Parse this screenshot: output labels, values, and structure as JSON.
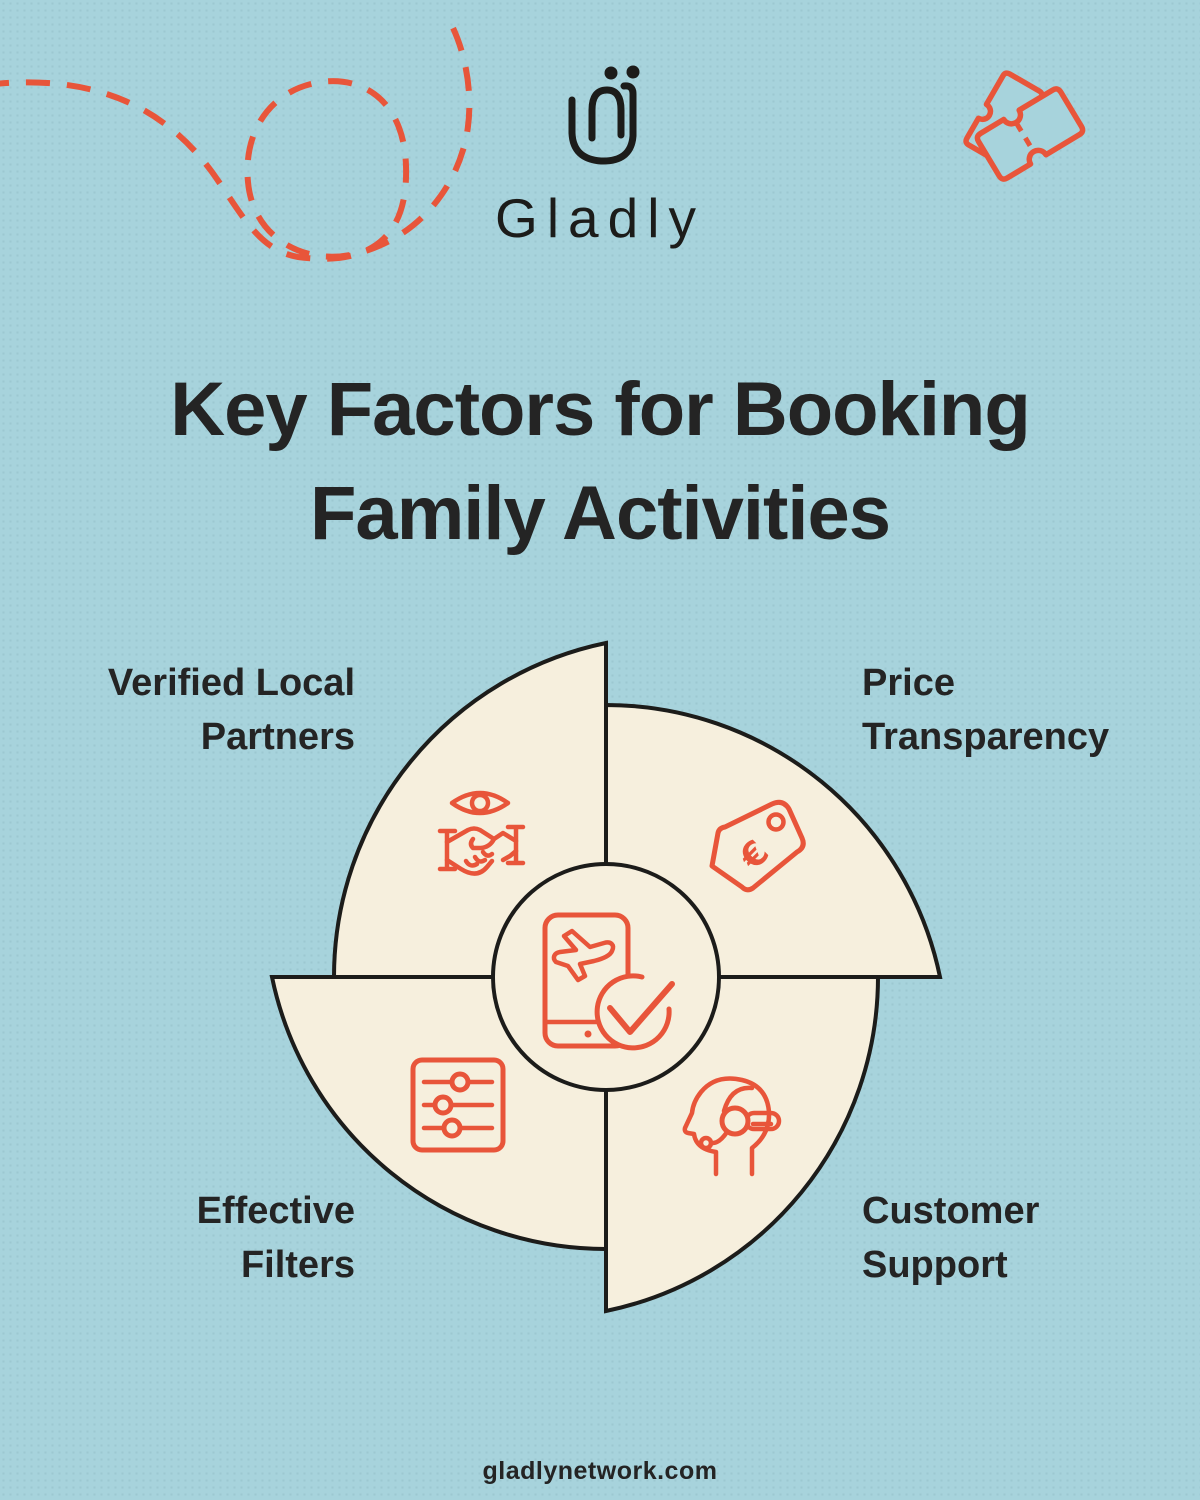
{
  "colors": {
    "background": "#A7D3DC",
    "cream": "#F6EFDD",
    "accent": "#E8553A",
    "ink": "#1C1C1A",
    "text": "#242424"
  },
  "logo": {
    "text": "Gladly",
    "mark": "qaf-monogram-icon"
  },
  "title": {
    "lines": [
      "Key Factors for Booking",
      "Family Activities"
    ]
  },
  "diagram": {
    "center": {
      "icon": "phone-booking-check-icon"
    },
    "segments": [
      {
        "id": "verified-local-partners",
        "position": "top-left",
        "lines": [
          "Verified Local",
          "Partners"
        ],
        "icon": "eye-handshake-icon"
      },
      {
        "id": "price-transparency",
        "position": "top-right",
        "lines": [
          "Price",
          "Transparency"
        ],
        "icon": "price-tag-icon"
      },
      {
        "id": "effective-filters",
        "position": "bottom-left",
        "lines": [
          "Effective",
          "Filters"
        ],
        "icon": "filter-sliders-icon"
      },
      {
        "id": "customer-support",
        "position": "bottom-right",
        "lines": [
          "Customer",
          "Support"
        ],
        "icon": "support-headset-icon"
      }
    ]
  },
  "decorations": {
    "top_left": "dashed-journey-path",
    "top_right": "tickets-icon"
  },
  "currency_symbol": "€",
  "footer": {
    "website": "gladlynetwork.com"
  }
}
